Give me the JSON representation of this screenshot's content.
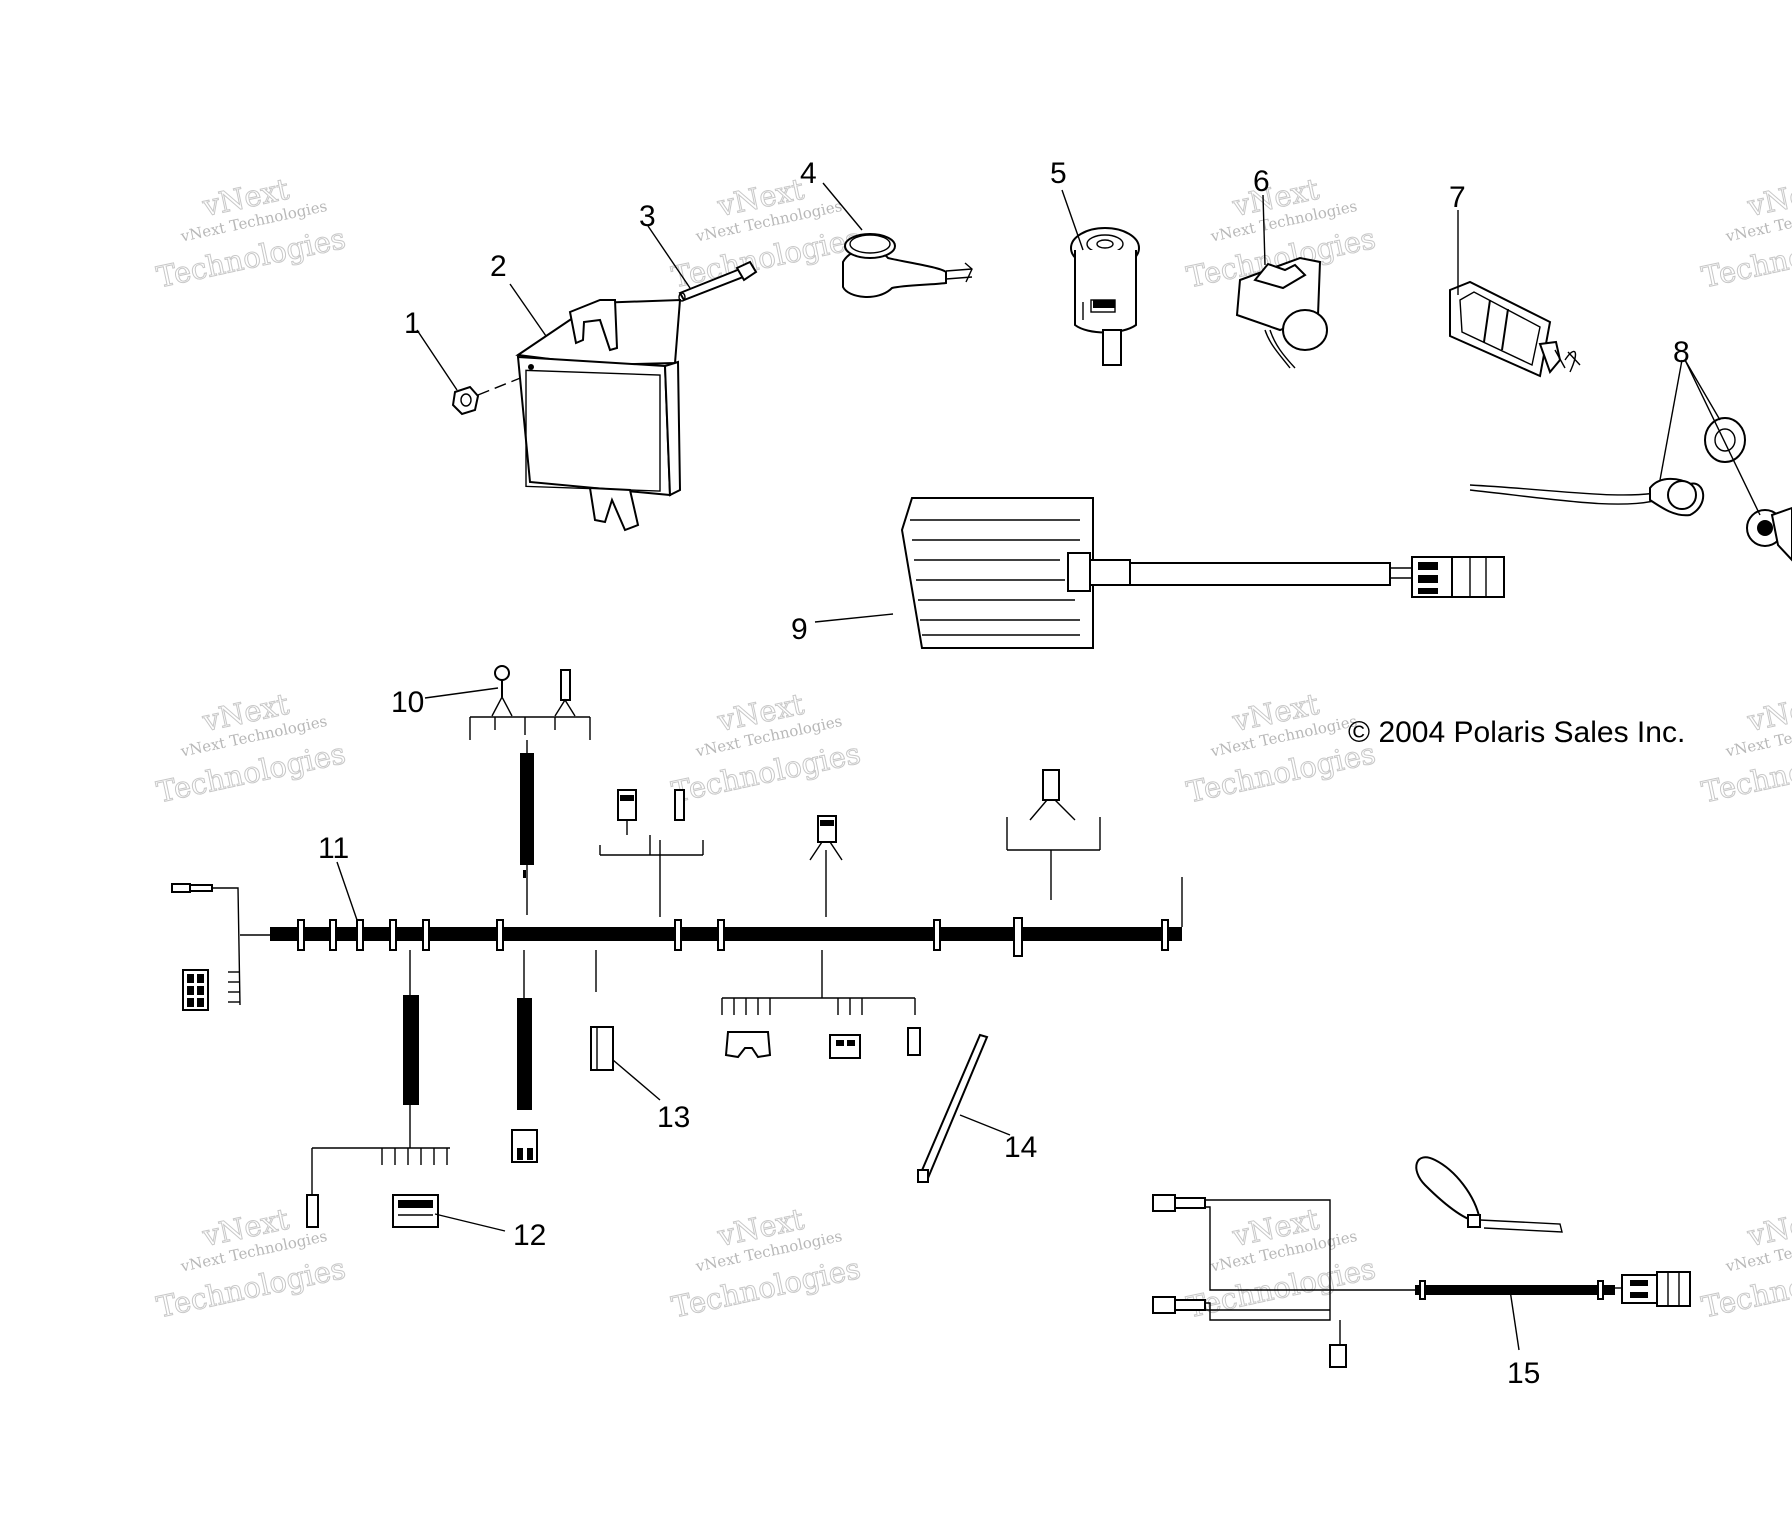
{
  "callouts": {
    "c1": "1",
    "c2": "2",
    "c3": "3",
    "c4": "4",
    "c5": "5",
    "c6": "6",
    "c7": "7",
    "c8": "8",
    "c9": "9",
    "c10": "10",
    "c11": "11",
    "c12": "12",
    "c13": "13",
    "c14": "14",
    "c15": "15"
  },
  "copyright": "© 2004 Polaris Sales Inc.",
  "watermark": {
    "line1": "vNext",
    "line2": "vNext Technologies",
    "line3": "Technologies"
  }
}
